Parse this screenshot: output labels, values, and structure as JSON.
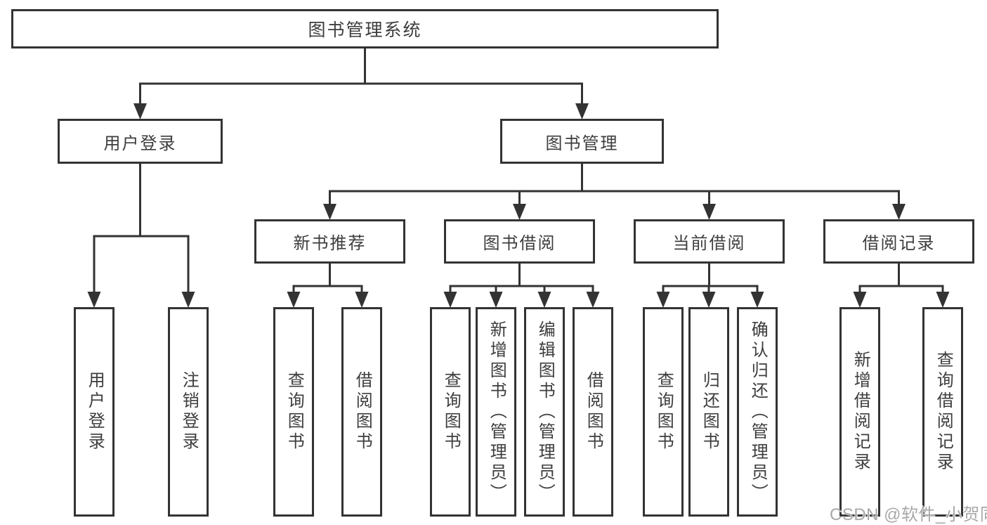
{
  "diagram": {
    "title": "图书管理系统",
    "watermark": "CSDN @软件_小贺同学",
    "colors": {
      "line": "#333333",
      "text": "#3d3d3d",
      "background": "#ffffff",
      "watermark": "#9e9e9e"
    },
    "tree": {
      "label": "图书管理系统",
      "children": [
        {
          "label": "用户登录",
          "children": [
            {
              "label": "用户登录"
            },
            {
              "label": "注销登录"
            }
          ]
        },
        {
          "label": "图书管理",
          "children": [
            {
              "label": "新书推荐",
              "children": [
                {
                  "label": "查询图书"
                },
                {
                  "label": "借阅图书"
                }
              ]
            },
            {
              "label": "图书借阅",
              "children": [
                {
                  "label": "查询图书"
                },
                {
                  "label": "新增图书（管理员）"
                },
                {
                  "label": "编辑图书（管理员）"
                },
                {
                  "label": "借阅图书"
                }
              ]
            },
            {
              "label": "当前借阅",
              "children": [
                {
                  "label": "查询图书"
                },
                {
                  "label": "归还图书"
                },
                {
                  "label": "确认归还（管理员）"
                }
              ]
            },
            {
              "label": "借阅记录",
              "children": [
                {
                  "label": "新增借阅记录"
                },
                {
                  "label": "查询借阅记录"
                }
              ]
            }
          ]
        }
      ]
    }
  }
}
